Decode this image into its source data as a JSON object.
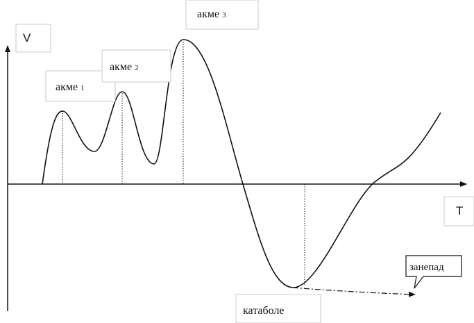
{
  "axes": {
    "y_label": "V",
    "x_label": "T"
  },
  "labels": {
    "acme1": {
      "text": "акме",
      "index": "1"
    },
    "acme2": {
      "text": "акме",
      "index": "2"
    },
    "acme3": {
      "text": "акме",
      "index": "3"
    },
    "catabole": "катаболе",
    "decline": "занепад"
  },
  "colors": {
    "line": "#111111",
    "box_border": "#c8c8c8",
    "background": "#ffffff"
  }
}
